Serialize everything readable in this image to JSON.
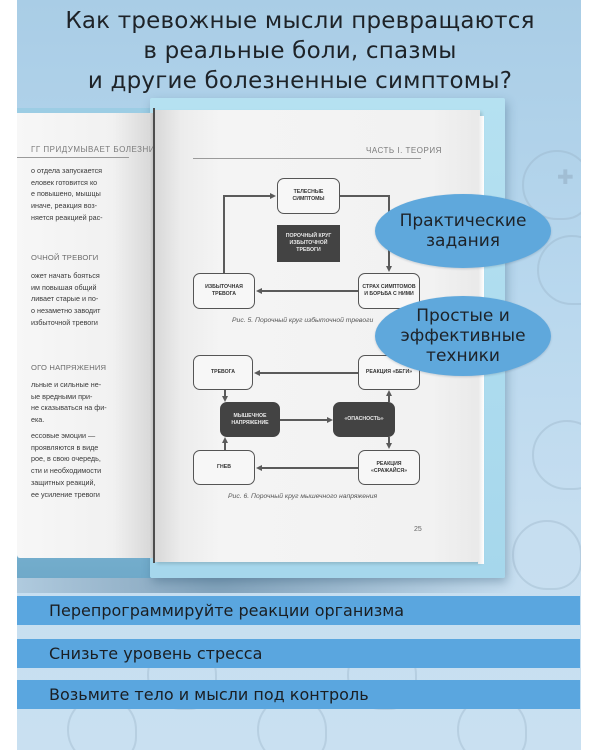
{
  "title": {
    "line1": "Как тревожные мысли превращаются",
    "line2": "в реальные боли, спазмы",
    "line3": "и другие болезненные симптомы?"
  },
  "book": {
    "left_page": {
      "running_head": "ГГ ПРИДУМЫВАЕТ БОЛЕЗНИ",
      "paragraph1": [
        "о отдела запускается",
        "еловек готовится ко",
        "е повышено, мышцы",
        "иначе, реакция воз-",
        "няется реакцией рас-"
      ],
      "heading2": "ОЧНОЙ ТРЕВОГИ",
      "paragraph2": [
        "ожет начать бояться",
        "им повышая общий",
        "ливает старые и по-",
        "о незаметно заводит",
        "избыточной тревоги"
      ],
      "heading3": "ОГО НАПРЯЖЕНИЯ",
      "paragraph3": [
        "льные и сильные не-",
        "ые вредными при-",
        "не сказываться на фи-",
        "ека."
      ],
      "paragraph4": [
        "ессовые эмоции —",
        "проявляются в виде",
        "рое, в свою очередь,",
        "сти и необходимости",
        "защитных реакций,",
        "ее усиление тревоги"
      ]
    },
    "right_page": {
      "running_head": "ЧАСТЬ I. ТЕОРИЯ",
      "figure5": {
        "node_top": "ТЕЛЕСНЫЕ СИМПТОМЫ",
        "node_center": "ПОРОЧНЫЙ КРУГ ИЗБЫТОЧНОЙ ТРЕВОГИ",
        "node_left": "ИЗБЫТОЧНАЯ ТРЕВОГА",
        "node_right": "СТРАХ СИМПТОМОВ И БОРЬБА С НИМИ",
        "caption": "Рис. 5. Порочный круг избыточной тревоги"
      },
      "figure6": {
        "node_top_left": "ТРЕВОГА",
        "node_top_right": "РЕАКЦИЯ «БЕГИ»",
        "node_mid_left": "МЫШЕЧНОЕ НАПРЯЖЕНИЕ",
        "node_mid_right": "«ОПАСНОСТЬ»",
        "node_bottom_left": "ГНЕВ",
        "node_bottom_right": "РЕАКЦИЯ «СРАЖАЙСЯ»",
        "caption": "Рис. 6. Порочный круг мышечного напряжения"
      },
      "page_number": "25"
    }
  },
  "badges": {
    "practical": "Практические задания",
    "techniques": "Простые и эффективные техники"
  },
  "benefits": [
    "Перепрограммируйте реакции организма",
    "Снизьте уровень стресса",
    "Возьмите тело и мысли под контроль"
  ],
  "colors": {
    "background": "#b9d8ee",
    "stripe": "#5aa6df",
    "oval": "#5fa8dc",
    "dark_node": "#434343"
  }
}
